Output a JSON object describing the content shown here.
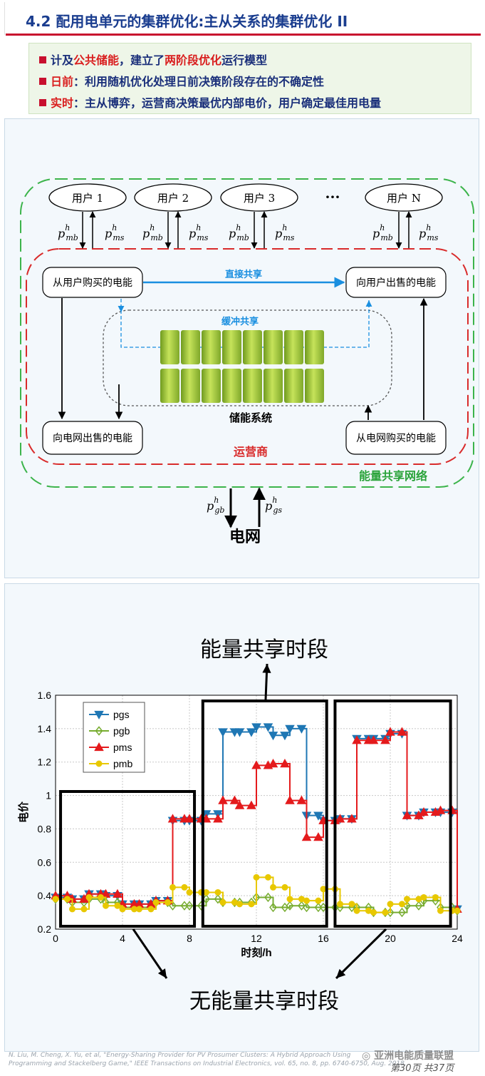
{
  "header": {
    "title": "4.2 配用电单元的集群优化:主从关系的集群优化 II"
  },
  "bullets": [
    {
      "label": "计及",
      "red": "公共储能",
      "label2": "，建立了",
      "red2": "两阶段优化",
      "label3": "运行模型"
    },
    {
      "red": "日前",
      "label": "：利用随机优化处理日前决策阶段存在的不确定性"
    },
    {
      "red": "实时",
      "label": "：主从博弈，运营商决策最优内部电价，用户确定最佳用电量"
    }
  ],
  "diagram": {
    "users": [
      "用户 1",
      "用户 2",
      "用户 3",
      "用户 N"
    ],
    "ellipsis": "···",
    "p_mb": "p",
    "p_mb_sup": "h",
    "p_mb_sub": "mb",
    "p_ms": "p",
    "p_ms_sup": "h",
    "p_ms_sub": "ms",
    "box_buy_from_user": "从用户购买的电能",
    "box_sell_to_user": "向用户出售的电能",
    "box_sell_to_grid": "向电网出售的电能",
    "box_buy_from_grid": "从电网购买的电能",
    "direct_share": "直接共享",
    "buffer_share": "缓冲共享",
    "storage": "储能系统",
    "operator": "运营商",
    "network": "能量共享网络",
    "grid": "电网",
    "p_gb_sub": "gb",
    "p_gs_sub": "gs",
    "colors": {
      "green": "#3cb44b",
      "red": "#d92b2b",
      "blue": "#1a8fe0",
      "battery": "#9ccc3a"
    }
  },
  "chart_callouts": {
    "top": "能量共享时段",
    "bottom": "无能量共享时段"
  },
  "chart_data": {
    "type": "line",
    "step": true,
    "xlabel": "时刻/h",
    "ylabel": "电价",
    "xlim": [
      0,
      24
    ],
    "ylim": [
      0.2,
      1.6
    ],
    "xticks": [
      0,
      4,
      8,
      12,
      16,
      20,
      24
    ],
    "yticks": [
      "0.2",
      "0.4",
      "0.6",
      "0.8",
      "1",
      "1.2",
      "1.4",
      "1.6"
    ],
    "grid": true,
    "legend": "top-left",
    "x": [
      0,
      1,
      2,
      3,
      4,
      5,
      6,
      7,
      8,
      9,
      10,
      11,
      12,
      13,
      14,
      15,
      16,
      17,
      18,
      19,
      20,
      21,
      22,
      23,
      24
    ],
    "series": [
      {
        "name": "pgs",
        "color": "#1f77b4",
        "marker": "triangle-down",
        "values": [
          0.39,
          0.38,
          0.41,
          0.4,
          0.35,
          0.35,
          0.37,
          0.85,
          0.85,
          0.89,
          1.38,
          1.38,
          1.41,
          1.36,
          1.4,
          0.88,
          0.85,
          0.86,
          1.34,
          1.34,
          1.37,
          0.88,
          0.9,
          0.9,
          0.32
        ]
      },
      {
        "name": "pgb",
        "color": "#77ac30",
        "marker": "diamond",
        "values": [
          0.38,
          0.36,
          0.38,
          0.36,
          0.33,
          0.33,
          0.36,
          0.34,
          0.34,
          0.38,
          0.36,
          0.36,
          0.39,
          0.33,
          0.34,
          0.33,
          0.33,
          0.33,
          0.33,
          0.3,
          0.3,
          0.34,
          0.37,
          0.33,
          0.31
        ]
      },
      {
        "name": "pms",
        "color": "#e41a1c",
        "marker": "triangle-up",
        "values": [
          0.4,
          0.38,
          0.41,
          0.41,
          0.35,
          0.35,
          0.37,
          0.86,
          0.86,
          0.86,
          0.97,
          0.94,
          1.18,
          1.19,
          0.97,
          0.75,
          0.85,
          0.86,
          1.33,
          1.33,
          1.38,
          0.88,
          0.9,
          0.91,
          0.32
        ]
      },
      {
        "name": "pmb",
        "color": "#e8c800",
        "marker": "circle",
        "values": [
          0.38,
          0.32,
          0.39,
          0.34,
          0.32,
          0.32,
          0.36,
          0.45,
          0.42,
          0.42,
          0.36,
          0.35,
          0.51,
          0.45,
          0.38,
          0.37,
          0.44,
          0.35,
          0.31,
          0.3,
          0.35,
          0.38,
          0.39,
          0.31,
          0.31
        ]
      }
    ]
  },
  "footer": {
    "citation_line1": "N. Liu, M. Cheng, X. Yu, et al, \"Energy-Sharing Provider for PV Prosumer Clusters: A Hybrid Approach Using",
    "citation_line2": "Programming and Stackelberg Game,\" IEEE Transactions on Industrial Electronics, vol. 65, no. 8, pp. 6740-6750, Aug. 2018.",
    "watermark": "亚洲电能质量联盟",
    "page": "第30页 共37页"
  }
}
